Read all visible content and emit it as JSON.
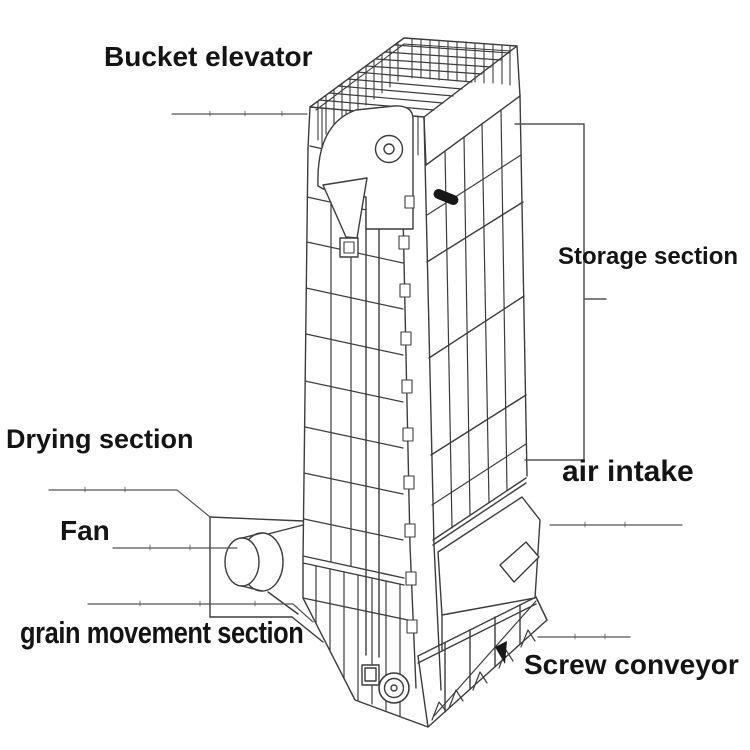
{
  "diagram": {
    "background": "#ffffff",
    "line_color": "#3c3c3c",
    "leader_color": "#555555",
    "text_color": "#141414",
    "handle_color": "#181818",
    "labels": {
      "bucket_elevator": "Bucket elevator",
      "storage_section": "Storage section",
      "air_intake": "air intake",
      "drying_section": "Drying section",
      "fan": "Fan",
      "grain_movement_section": "grain movement section",
      "screw_conveyor": "Screw conveyor"
    }
  }
}
